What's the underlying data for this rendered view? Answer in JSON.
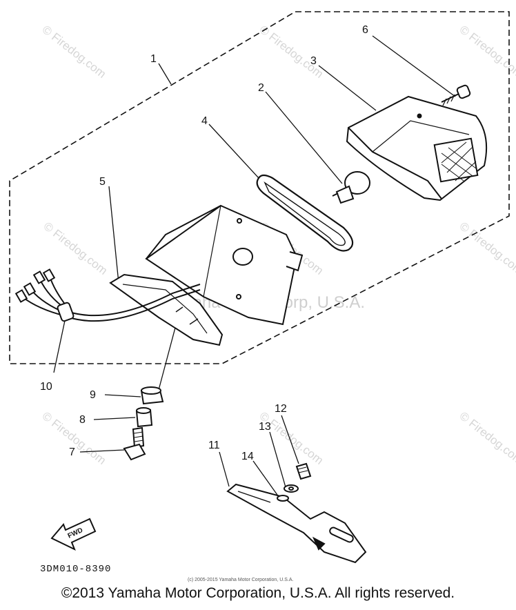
{
  "watermarks": {
    "site": "© Firedog.com",
    "company": "Yamaha Motor Corp, U.S.A."
  },
  "callouts": [
    "1",
    "2",
    "3",
    "4",
    "5",
    "6",
    "7",
    "8",
    "9",
    "10",
    "11",
    "12",
    "13",
    "14"
  ],
  "fwd_label": "FWD",
  "diagram_code": "3DM010-8390",
  "small_copyright": "(c) 2005-2015 Yamaha Motor Corporation, U.S.A.",
  "footer": "©2013 Yamaha Motor Corporation, U.S.A. All rights reserved."
}
